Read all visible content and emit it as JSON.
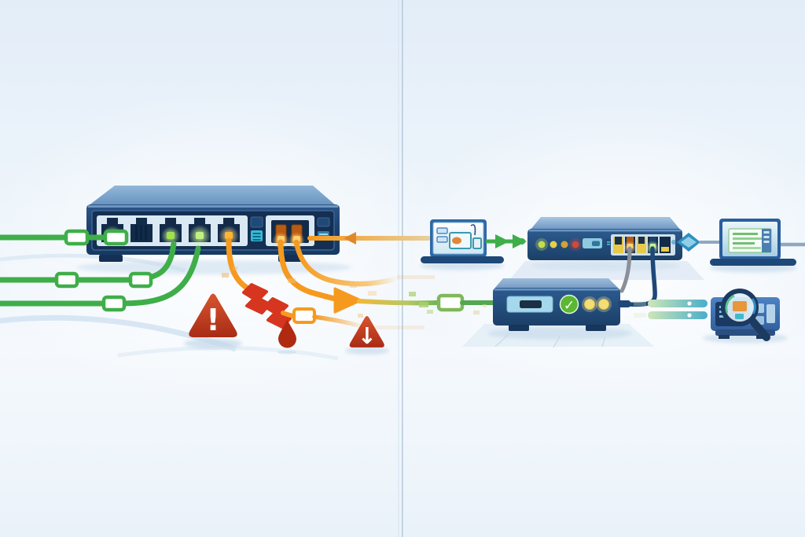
{
  "scene": {
    "title": "network-troubleshooting-illustration",
    "panels": [
      "problem-side",
      "diagnosis-side"
    ]
  },
  "glyphs": {
    "warning_exclamation": "!",
    "down_arrow": "↓",
    "check_mark": "✓"
  },
  "colors": {
    "divider": "#b0c8de",
    "cable_green": "#3fae49",
    "cable_orange": "#f59a1f",
    "cable_gray": "#8a9099",
    "cable_blue": "#1d4878",
    "device_base": "#1d4878",
    "broken_red": "#d6361f",
    "droplet_red": "#b02a12",
    "warning_red": "#c0392b",
    "check_green": "#5cb832",
    "diamond_teal": "#2f8fc0",
    "led_green": "#9fe24a",
    "led_amber": "#ffb52e",
    "led_yellow": "#f2de74"
  },
  "left_panel": {
    "switch_ports": [
      {
        "port": 1,
        "cable": "green",
        "led": "green"
      },
      {
        "port": 2,
        "cable": "none",
        "led": "off"
      },
      {
        "port": 3,
        "cable": "green",
        "led": "green"
      },
      {
        "port": 4,
        "cable": "green",
        "led": "green"
      },
      {
        "port": 5,
        "cable": "orange-broken",
        "led": "amber"
      },
      {
        "port": "uplink-1",
        "cable": "orange",
        "led": "amber"
      },
      {
        "port": "uplink-2",
        "cable": "orange",
        "led": "amber"
      }
    ],
    "alerts": [
      "warning-triangle",
      "broken-cable",
      "leak-droplet",
      "warning-triangle-down-arrow"
    ]
  },
  "right_panel": {
    "devices": [
      "laptop-dashboard",
      "router",
      "laptop-logs",
      "cable-tester",
      "packet-analyzer"
    ],
    "router_leds": [
      "green",
      "yellow",
      "amber",
      "red"
    ],
    "tester_status": "ok-check",
    "tester_leds": [
      "yellow",
      "yellow"
    ]
  }
}
